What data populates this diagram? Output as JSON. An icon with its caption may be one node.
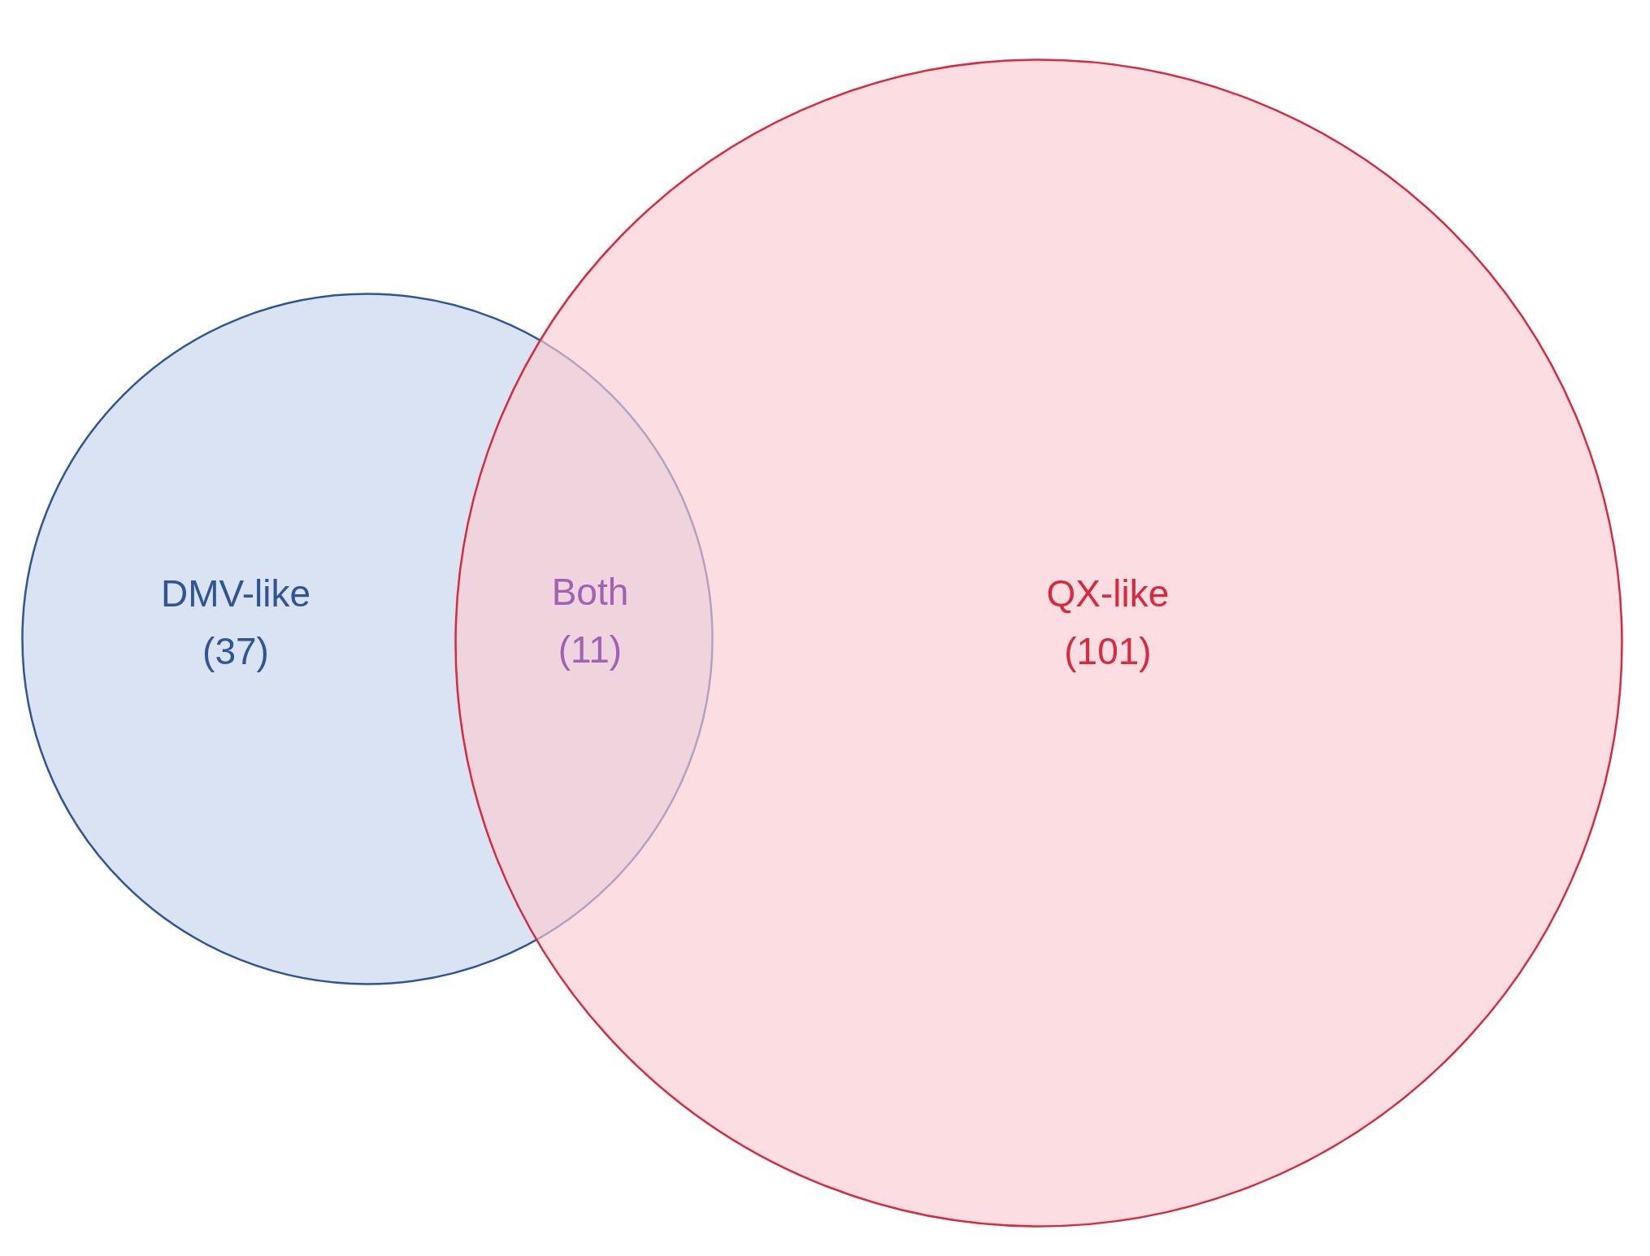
{
  "diagram": {
    "nodes": [
      {
        "text": [
          "DMV-like (37)"
        ]
      },
      {
        "text": [
          "QX-like (101)"
        ]
      }
    ],
    "labels": [
      "Both (11)"
    ]
  }
}
